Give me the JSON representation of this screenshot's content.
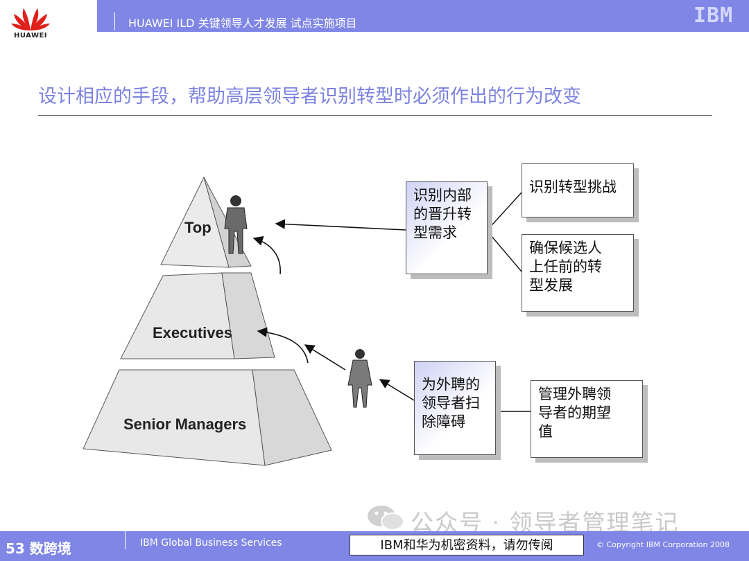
{
  "header": {
    "brand": "HUAWEI",
    "title": "HUAWEI ILD 关键领导人才发展 试点实施项目",
    "partner": "IBM"
  },
  "slide": {
    "title": "设计相应的手段，帮助高层领导者识别转型时必须作出的行为改变"
  },
  "pyramid": {
    "top": "Top",
    "middle": "Executives",
    "bottom": "Senior Managers"
  },
  "boxes": {
    "identify_needs": [
      "识别内部",
      "的晋升转",
      "型需求"
    ],
    "identify_challenge": [
      "识别转型挑战"
    ],
    "ensure_dev": [
      "确保候选人",
      "上任前的转",
      "型发展"
    ],
    "clear_obstacles": [
      "为外聘的",
      "领导者扫",
      "除障碍"
    ],
    "manage_expect": [
      "管理外聘领",
      "导者的期望",
      "值"
    ]
  },
  "watermark": {
    "text": "公众号 · 领导者管理笔记"
  },
  "footer": {
    "left": "53 数跨境",
    "service": "IBM Global Business Services",
    "warning": "IBM和华为机密资料，请勿传阅",
    "copyright": "© Copyright IBM Corporation 2008"
  },
  "colors": {
    "accent": "#7f86e6",
    "title": "#7b82e0",
    "huawei_red": "#e0201b"
  }
}
